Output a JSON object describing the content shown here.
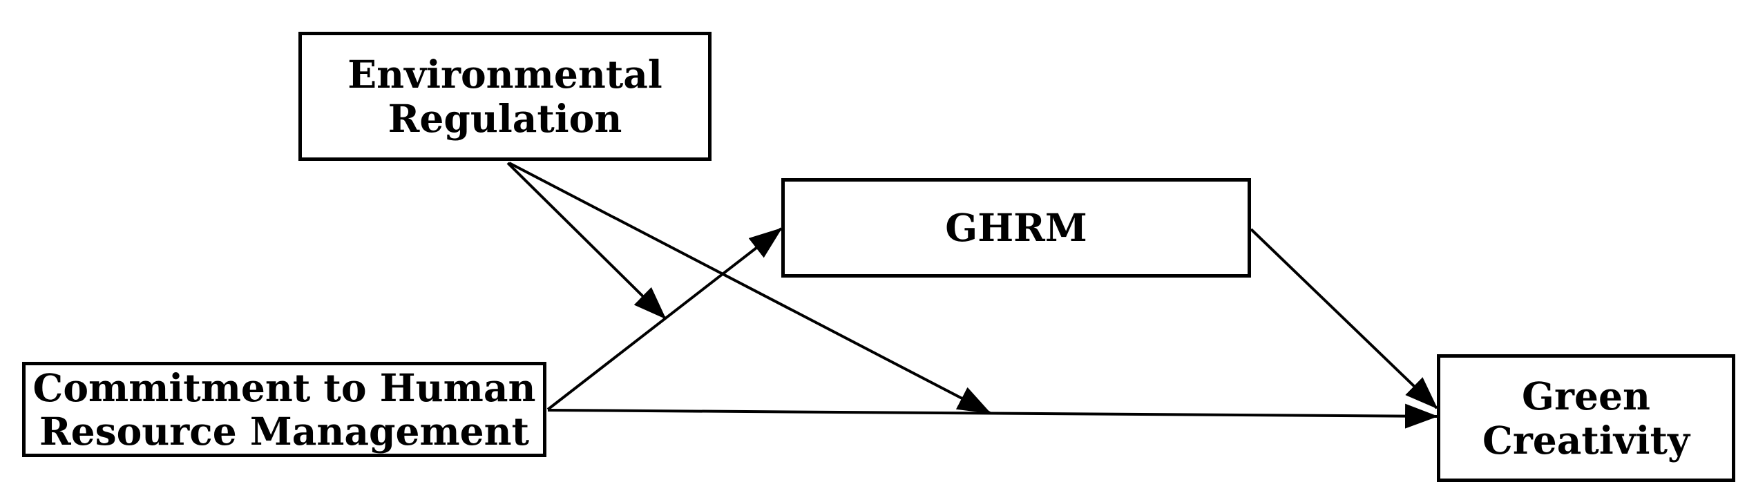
{
  "figure": {
    "background_color": "#ffffff",
    "line_color": "#000000",
    "text_color": "#000000"
  },
  "nodes": {
    "environmental_regulation": {
      "lines": [
        "Environmental",
        "Regulation"
      ]
    },
    "ghrm": {
      "lines": [
        "GHRM"
      ]
    },
    "commitment_hrm": {
      "lines": [
        "Commitment to Human",
        "Resource Management"
      ]
    },
    "green_creativity": {
      "lines": [
        "Green",
        "Creativity"
      ]
    }
  },
  "edges": [
    {
      "from": "commitment_hrm",
      "to": "ghrm",
      "type": "direct-arrow"
    },
    {
      "from": "commitment_hrm",
      "to": "green_creativity",
      "type": "direct-arrow"
    },
    {
      "from": "ghrm",
      "to": "green_creativity",
      "type": "direct-arrow"
    },
    {
      "from": "environmental_regulation",
      "to": "path commitment_hrm to ghrm",
      "type": "moderation-arrow"
    },
    {
      "from": "environmental_regulation",
      "to": "path commitment_hrm to green_creativity",
      "type": "moderation-arrow"
    }
  ]
}
